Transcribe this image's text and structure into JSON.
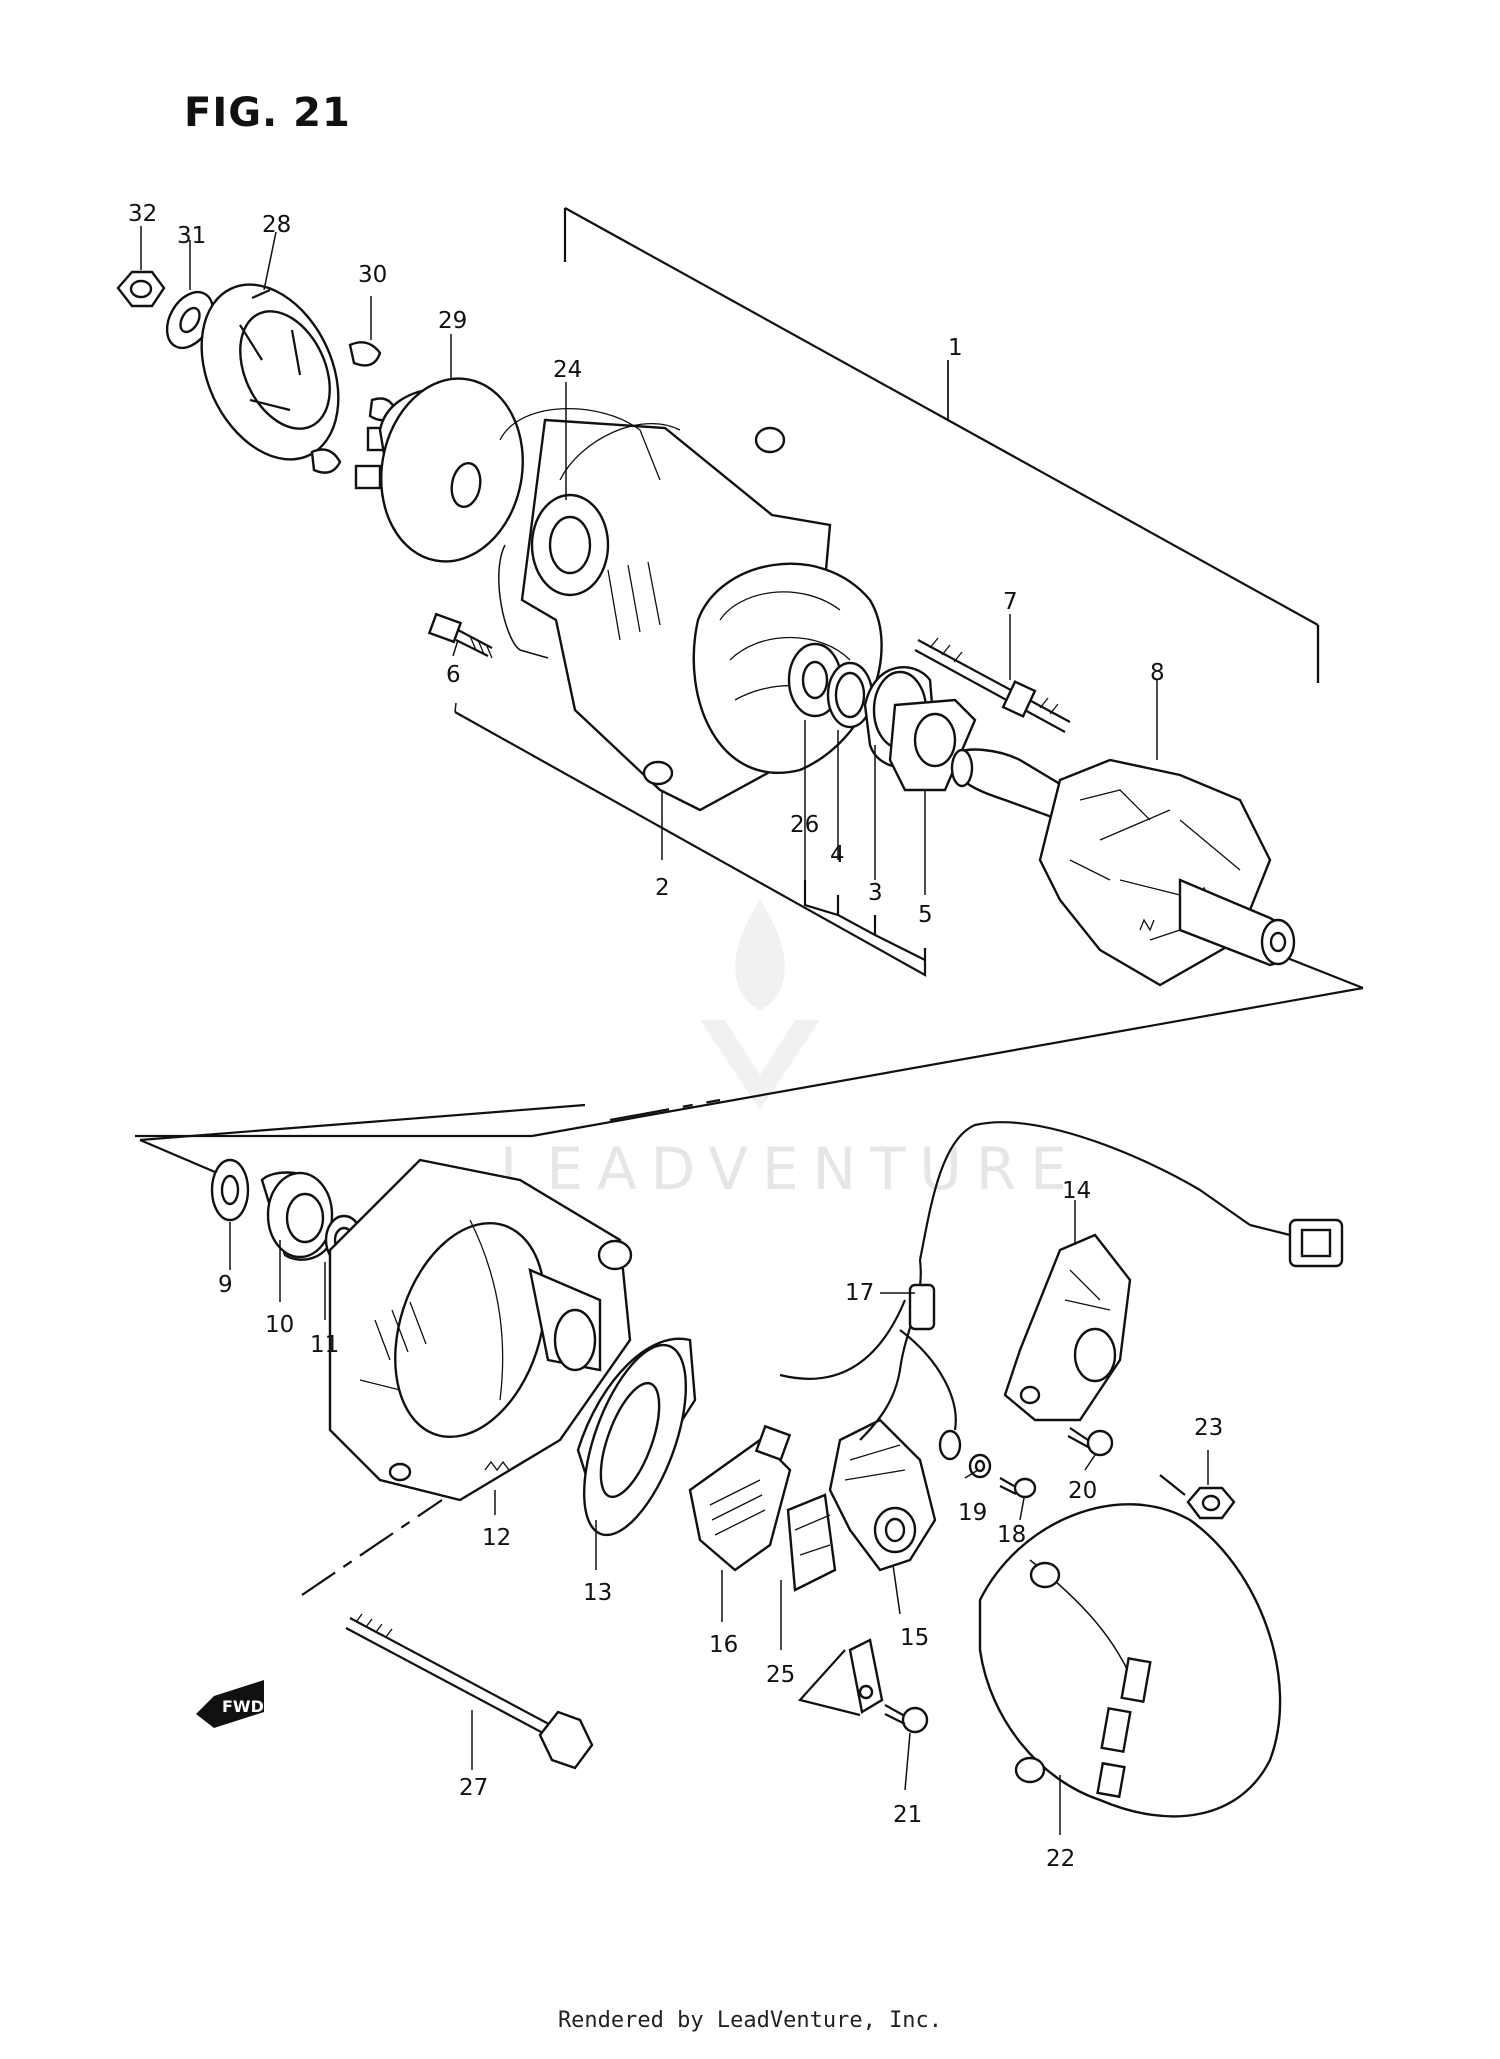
{
  "figure": {
    "title": "FIG. 21",
    "watermark": "LEADVENTURE",
    "footer": "Rendered by LeadVenture, Inc.",
    "direction_tag": "FWD"
  },
  "callouts": [
    "1",
    "2",
    "3",
    "4",
    "5",
    "6",
    "7",
    "8",
    "9",
    "10",
    "11",
    "12",
    "13",
    "14",
    "15",
    "16",
    "17",
    "18",
    "19",
    "20",
    "21",
    "22",
    "23",
    "24",
    "25",
    "26",
    "27",
    "28",
    "29",
    "30",
    "31",
    "32"
  ]
}
